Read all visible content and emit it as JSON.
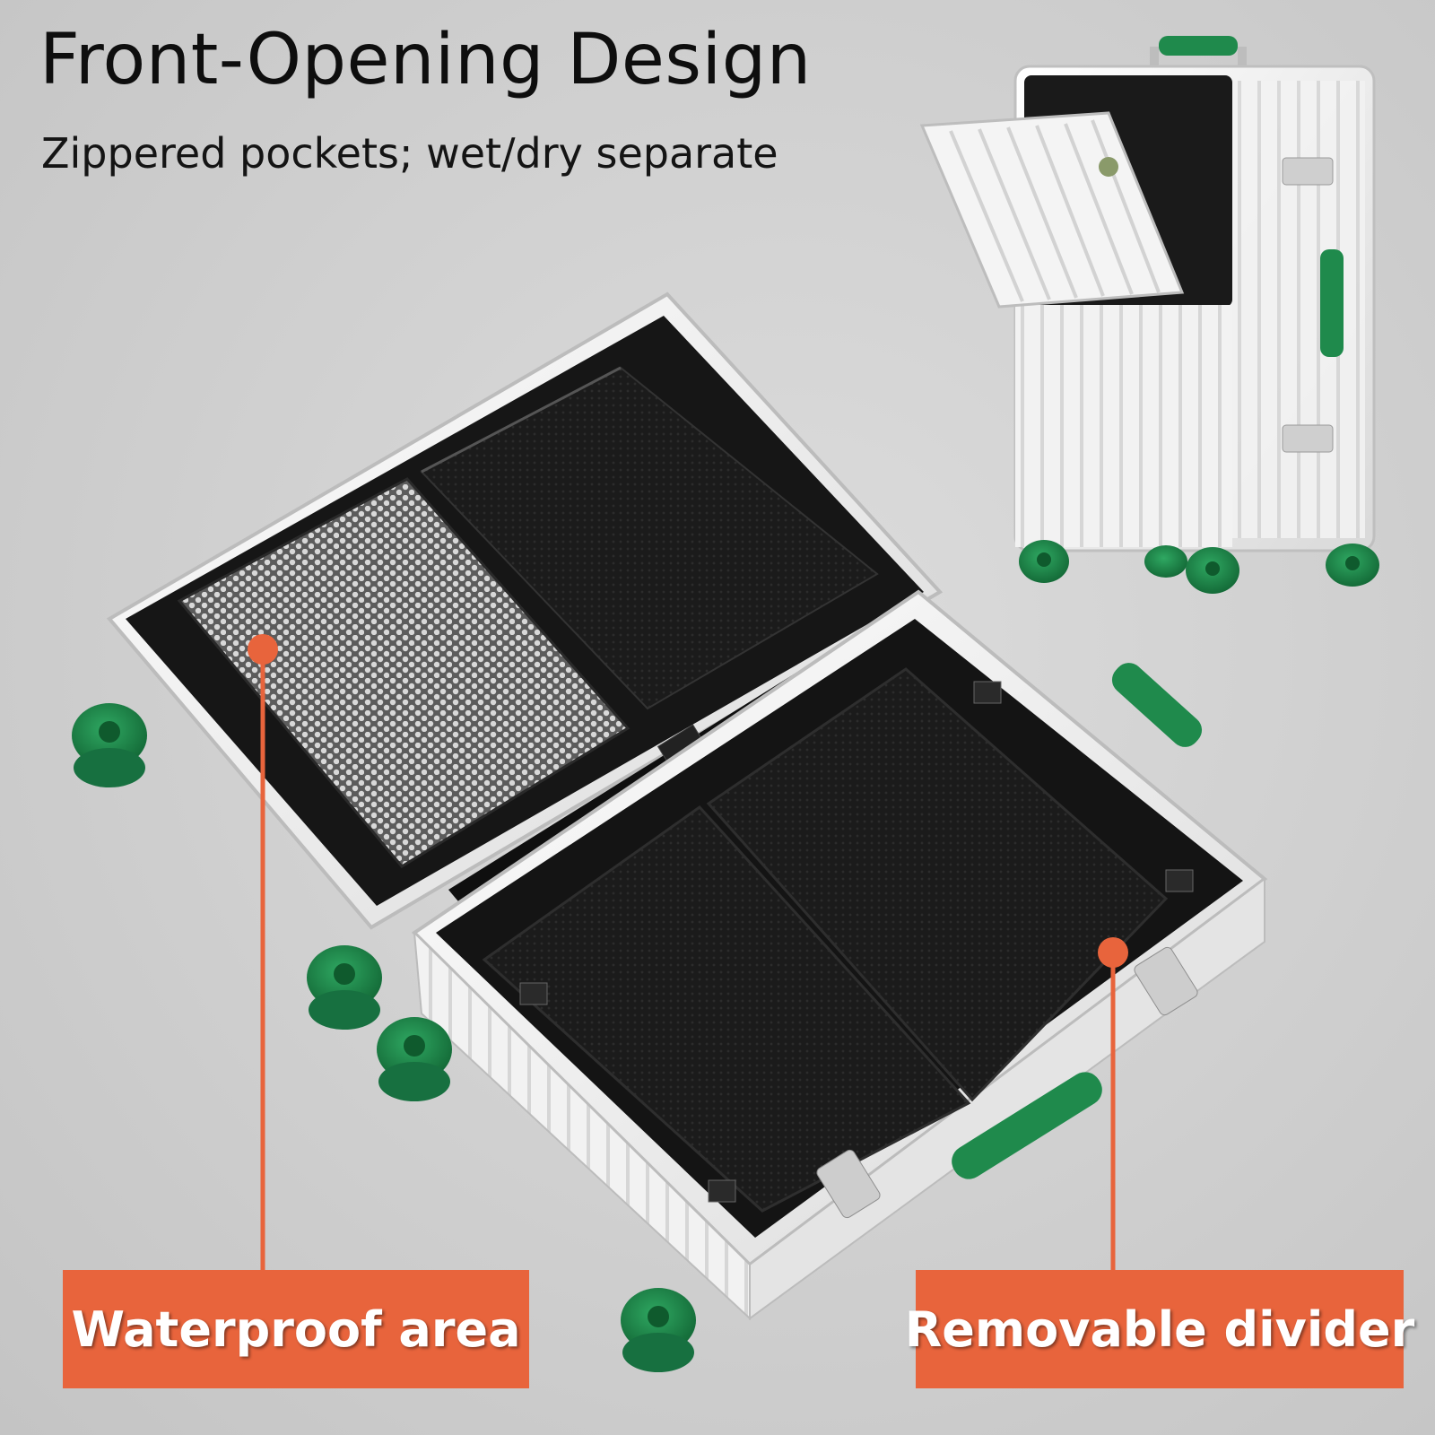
{
  "headline": "Front-Opening Design",
  "subheadline": "Zippered pockets; wet/dry separate",
  "callouts": {
    "left": {
      "label": "Waterproof area"
    },
    "right": {
      "label": "Removable divider"
    }
  },
  "colors": {
    "accent": "#e8643c",
    "wheel": "#1f8a4c",
    "shell": "#efefef",
    "lining": "#141414",
    "background": "#cfcfcf",
    "text": "#0e0e0e"
  }
}
